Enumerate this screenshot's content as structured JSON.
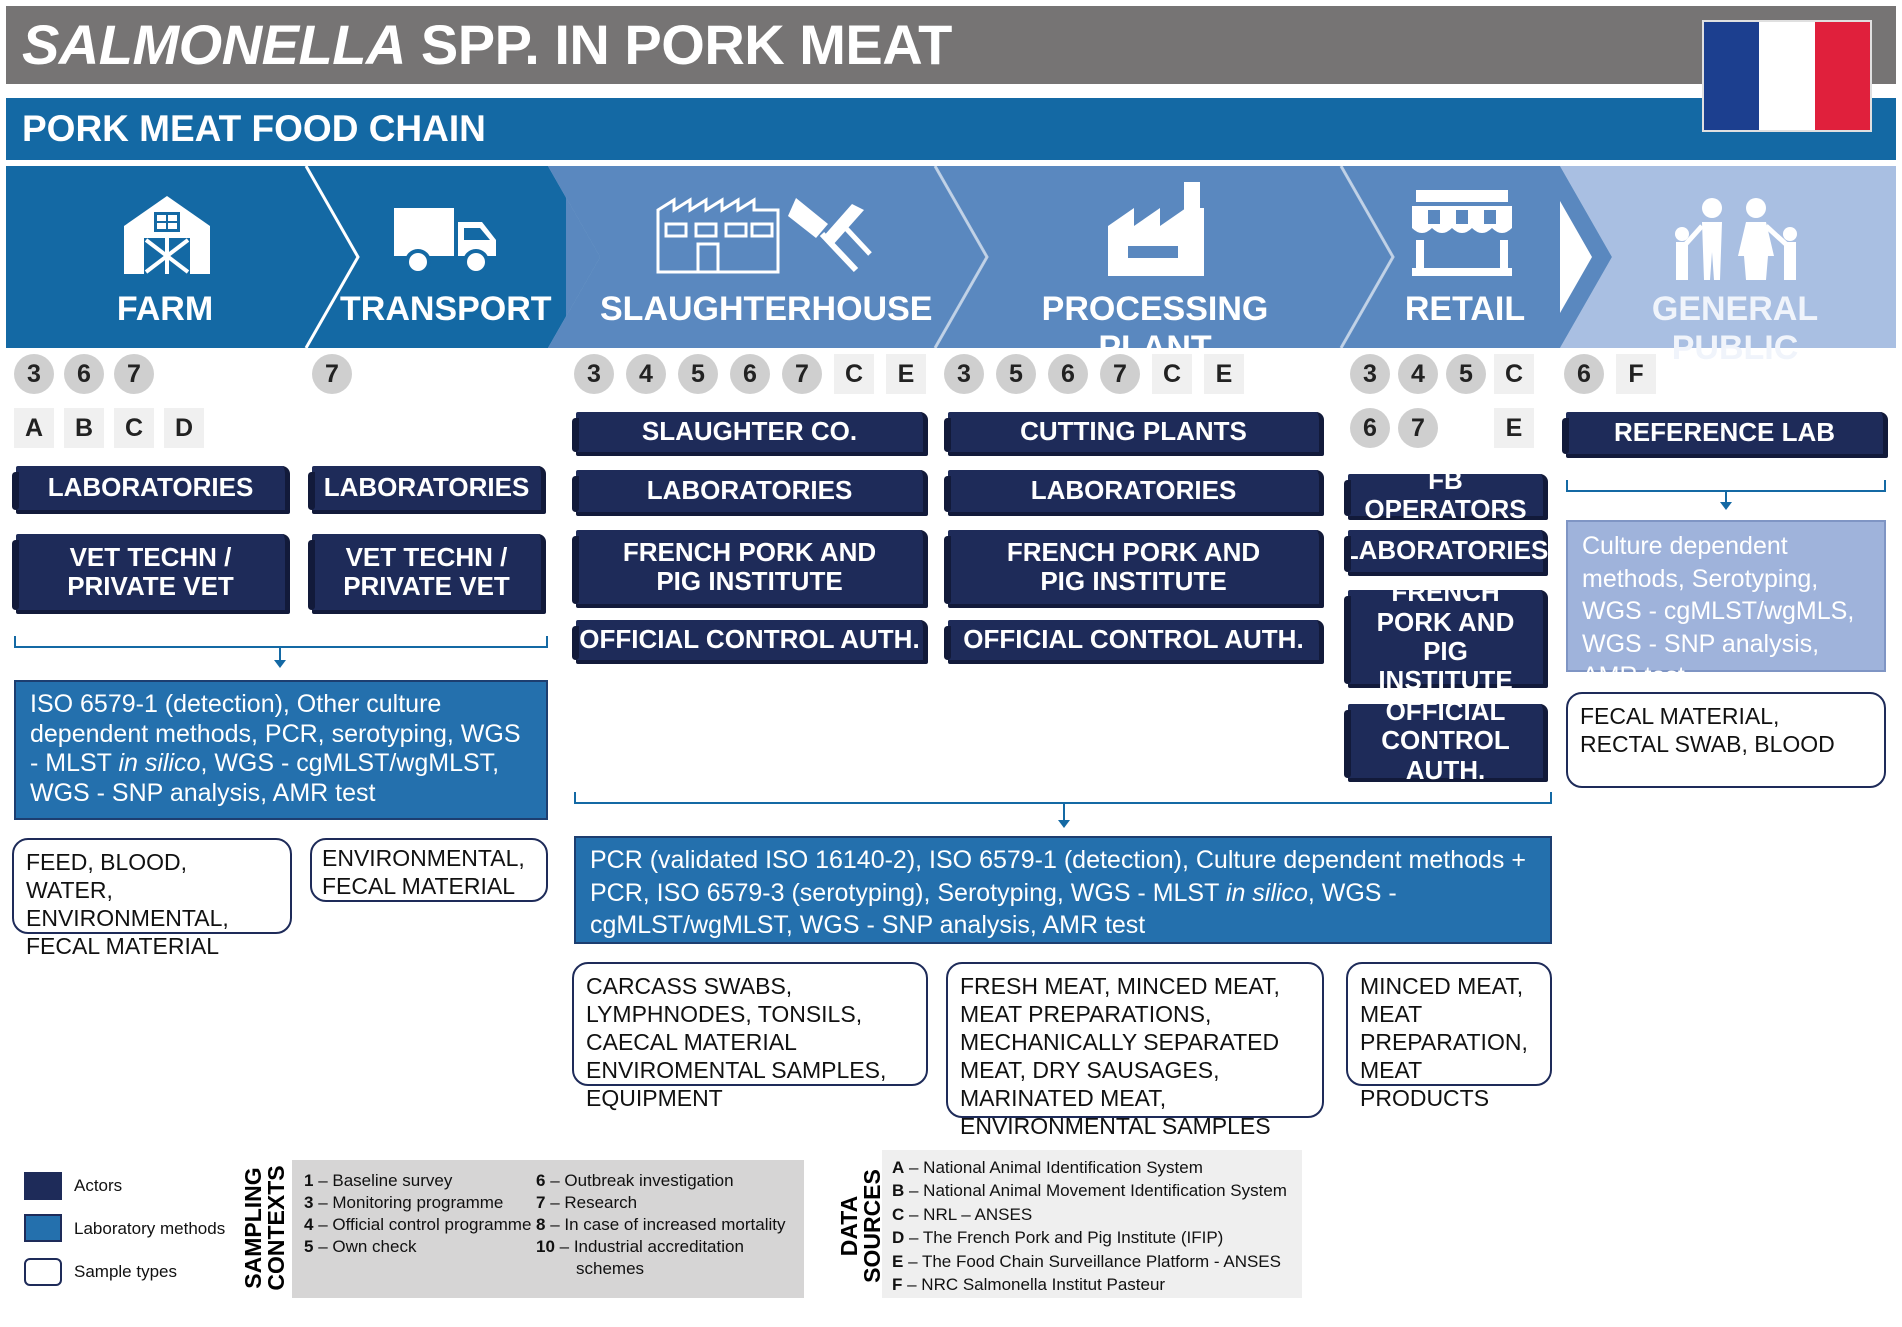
{
  "header": {
    "title_italic": "SALMONELLA",
    "title_rest": " SPP. IN PORK MEAT",
    "subtitle": "PORK MEAT FOOD CHAIN"
  },
  "colors": {
    "title_bar": "#767474",
    "subtitle_bar": "#1469a4",
    "stage_dark": "#1469a4",
    "stage_mid": "#5a88bf",
    "stage_light": "#a9bfe2",
    "actor": "#1e2b59",
    "lab_method": "#2470ad",
    "flag": [
      "#1c3f8f",
      "#ffffff",
      "#e0203c"
    ]
  },
  "stages": [
    {
      "label": "FARM",
      "icon": "barn-icon"
    },
    {
      "label": "TRANSPORT",
      "icon": "truck-icon"
    },
    {
      "label": "SLAUGHTERHOUSE",
      "icon": "slaughterhouse-icon"
    },
    {
      "label": "PROCESSING PLANT",
      "icon": "factory-icon"
    },
    {
      "label": "RETAIL",
      "icon": "shop-icon"
    },
    {
      "label": "GENERAL PUBLIC",
      "icon": "family-icon"
    }
  ],
  "codes": {
    "farm": {
      "contexts": [
        "3",
        "6",
        "7"
      ],
      "sources": [
        "A",
        "B",
        "C",
        "D"
      ]
    },
    "transport": {
      "contexts": [
        "7"
      ],
      "sources": []
    },
    "slaughterhouse": {
      "contexts": [
        "3",
        "4",
        "5",
        "6",
        "7"
      ],
      "sources": [
        "C",
        "E"
      ]
    },
    "processing": {
      "contexts": [
        "3",
        "5",
        "6",
        "7"
      ],
      "sources": [
        "C",
        "E"
      ]
    },
    "retail": {
      "contexts_row1": [
        "3",
        "4",
        "5"
      ],
      "sources_row1": [
        "C"
      ],
      "contexts_row2": [
        "6",
        "7"
      ],
      "sources_row2": [
        "E"
      ]
    },
    "public": {
      "contexts": [
        "6"
      ],
      "sources": [
        "F"
      ]
    }
  },
  "actors": {
    "farm": [
      "LABORATORIES",
      "VET TECHN / PRIVATE VET"
    ],
    "transport": [
      "LABORATORIES",
      "VET TECHN / PRIVATE VET"
    ],
    "slaughterhouse": [
      "SLAUGHTER CO.",
      "LABORATORIES",
      "FRENCH PORK AND PIG INSTITUTE",
      "OFFICIAL CONTROL AUTH."
    ],
    "processing": [
      "CUTTING PLANTS",
      "LABORATORIES",
      "FRENCH PORK AND PIG INSTITUTE",
      "OFFICIAL CONTROL AUTH."
    ],
    "retail": [
      "FB OPERATORS",
      "LABORATORIES",
      "FRENCH PORK AND PIG INSTITUTE",
      "OFFICIAL CONTROL AUTH."
    ],
    "public": [
      "REFERENCE LAB"
    ]
  },
  "lab_methods": {
    "farm_pre": "ISO 6579-1 (detection), Other culture dependent methods, PCR, serotyping, WGS -  MLST ",
    "farm_italic": "in silico",
    "farm_post": ", WGS - cgMLST/wgMLST, WGS - SNP analysis, AMR test",
    "chain_pre": "PCR (validated ISO 16140-2), ISO 6579-1 (detection), Culture dependent methods + PCR, ISO 6579-3 (serotyping), Serotyping, WGS - MLST ",
    "chain_italic": "in silico",
    "chain_post": ", WGS - cgMLST/wgMLST, WGS - SNP analysis, AMR test",
    "public": "Culture dependent methods, Serotyping, WGS - cgMLST/wgMLS, WGS - SNP analysis, AMR test"
  },
  "samples": {
    "farm": "FEED, BLOOD, WATER, ENVIRONMENTAL, FECAL MATERIAL",
    "transport": "ENVIRONMENTAL, FECAL MATERIAL",
    "slaughterhouse": "CARCASS SWABS, LYMPHNODES, TONSILS, CAECAL MATERIAL ENVIROMENTAL SAMPLES, EQUIPMENT",
    "processing": "FRESH MEAT, MINCED MEAT, MEAT PREPARATIONS, MECHANICALLY SEPARATED MEAT, DRY SAUSAGES, MARINATED MEAT, ENVIRONMENTAL SAMPLES",
    "retail": "MINCED MEAT, MEAT PREPARATION, MEAT PRODUCTS",
    "public": "FECAL MATERIAL, RECTAL SWAB, BLOOD"
  },
  "legend": {
    "actors": "Actors",
    "lab_methods": "Laboratory methods",
    "sample_types": "Sample types"
  },
  "sampling_contexts": {
    "heading": "SAMPLING CONTEXTS",
    "col1": [
      {
        "num": "1",
        "text": " – Baseline survey"
      },
      {
        "num": "3",
        "text": " – Monitoring programme"
      },
      {
        "num": "4",
        "text": " – Official control programme"
      },
      {
        "num": "5",
        "text": " – Own check"
      }
    ],
    "col2": [
      {
        "num": "6",
        "text": " – Outbreak investigation"
      },
      {
        "num": "7",
        "text": " – Research"
      },
      {
        "num": "8",
        "text": " – In case of increased mortality"
      },
      {
        "num": "10",
        "text": " – Industrial accreditation"
      }
    ],
    "col2_extra": "schemes"
  },
  "data_sources": {
    "heading": "DATA SOURCES",
    "items": [
      {
        "code": "A",
        "text": " – National Animal Identification System"
      },
      {
        "code": "B",
        "text": " – National Animal Movement Identification System"
      },
      {
        "code": "C",
        "text": " – NRL – ANSES"
      },
      {
        "code": "D",
        "text": " – The French Pork and Pig Institute (IFIP)"
      },
      {
        "code": "E",
        "text": " – The Food Chain Surveillance Platform - ANSES"
      },
      {
        "code": "F",
        "text": " – NRC Salmonella Institut Pasteur"
      }
    ]
  }
}
